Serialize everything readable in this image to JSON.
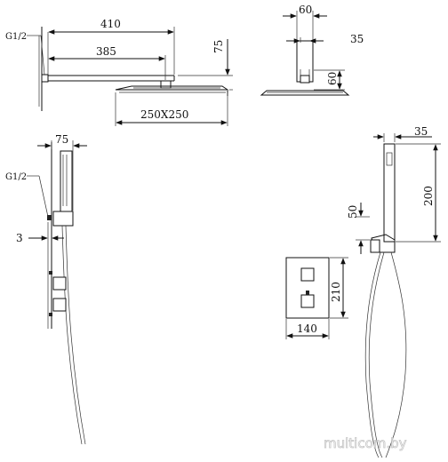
{
  "labels": {
    "thread_top": "G1/2",
    "arm_length": "410",
    "arm_reach": "385",
    "arm_height": "75",
    "head_size": "250X250",
    "top_width": "60",
    "top_depth": "35",
    "top_height": "60",
    "holder_width": "75",
    "thread_mid": "G1/2",
    "plate_gap": "3",
    "hand_depth": "35",
    "hand_length": "200",
    "hand_offset": "50",
    "panel_height": "210",
    "panel_width": "140"
  },
  "watermark": "multicom.by",
  "colors": {
    "line": "#111111",
    "background": "#ffffff"
  }
}
